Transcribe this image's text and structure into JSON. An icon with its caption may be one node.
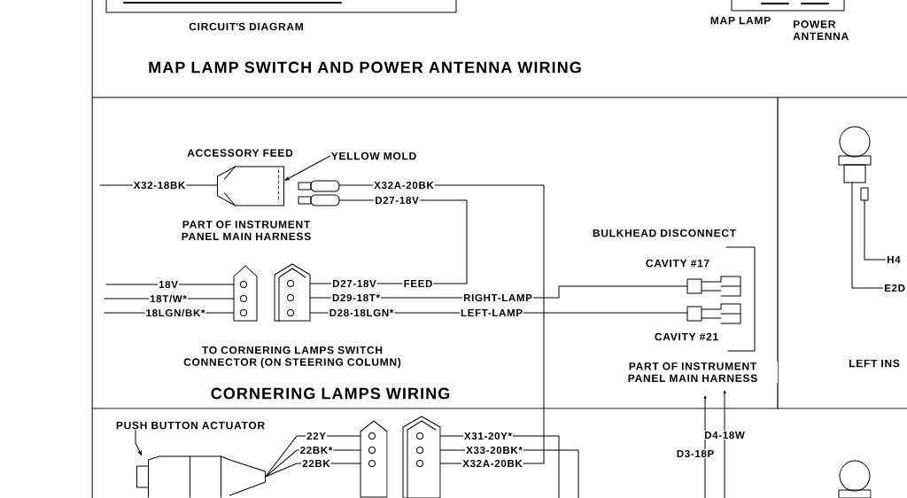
{
  "diagram": {
    "title": "MAP LAMP SWITCH AND POWER ANTENNA WIRING",
    "nodes": [
      {
        "text": [
          "ACCESSORY FEED"
        ]
      },
      {
        "text": [
          "YELLOW MOLD"
        ]
      },
      {
        "text": [],
        "shape": "box"
      },
      {
        "text": [],
        "shape": "box"
      },
      {
        "text": [],
        "shape": "box"
      },
      {
        "text": [],
        "shape": "box"
      },
      {
        "text": [],
        "shape": "box"
      },
      {
        "text": [
          "PUSH BUTTON ACTUATOR"
        ]
      },
      {
        "text": [],
        "shape": "picture"
      },
      {
        "text": [],
        "shape": "box"
      },
      {
        "text": [],
        "shape": "box"
      }
    ],
    "edges": [
      {
        "from": 1,
        "to": 0,
        "arrow": "to"
      },
      {
        "from": null,
        "to": 0,
        "arrow": "none"
      },
      {
        "from": 2,
        "to": 10,
        "arrow": "none"
      },
      {
        "from": 2,
        "to": 4,
        "arrow": "none"
      },
      {
        "from": 4,
        "to": 5,
        "arrow": "none"
      },
      {
        "from": 4,
        "to": 6,
        "arrow": "none"
      },
      {
        "from": null,
        "to": 3,
        "arrow": "none"
      },
      {
        "from": null,
        "to": 3,
        "arrow": "none"
      },
      {
        "from": null,
        "to": 3,
        "arrow": "none"
      },
      {
        "from": 8,
        "to": 9,
        "arrow": "none"
      },
      {
        "from": 8,
        "to": 9,
        "arrow": "none"
      },
      {
        "from": 8,
        "to": 9,
        "arrow": "none"
      },
      {
        "from": 10,
        "to": null,
        "arrow": "none"
      },
      {
        "from": 10,
        "to": null,
        "arrow": "none"
      },
      {
        "from": 7,
        "to": 8,
        "arrow": "to"
      }
    ],
    "labels": [
      "CIRCUIT'S DIAGRAM",
      "MAP LAMP",
      "POWER ANTENNA",
      "X32-18BK",
      "X32A-20BK",
      "D27-18V",
      "PART OF INSTRUMENT PANEL MAIN HARNESS",
      "BULKHEAD DISCONNECT",
      "CAVITY #17",
      "18V",
      "D27-18V",
      "FEED",
      "18T/W*",
      "D29-18T*",
      "RIGHT-LAMP",
      "18LGN/BK*",
      "D28-18LGN*",
      "LEFT-LAMP",
      "CAVITY #21",
      "TO CORNERING LAMPS SWITCH CONNECTOR (ON STEERING COLUMN)",
      "PART OF INSTRUMENT PANEL MAIN HARNESS",
      "CORNERING LAMPS WIRING",
      "H4",
      "E2D",
      "LEFT INS",
      "22Y",
      "X31-20Y*",
      "D4-18W",
      "22BK*",
      "X33-20BK*",
      "D3-18P",
      "22BK",
      "X32A-20BK"
    ]
  }
}
